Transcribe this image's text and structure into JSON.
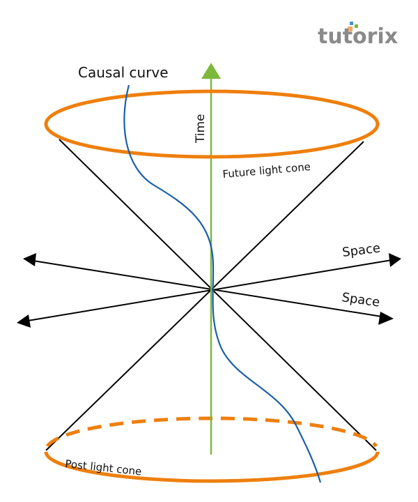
{
  "logo": {
    "text": "tutorix"
  },
  "labels": {
    "causal_curve": "Causal curve",
    "time": "Time",
    "future_light_cone": "Future light cone",
    "space_1": "Space",
    "space_2": "Space",
    "past_light_cone": "Post light cone"
  },
  "colors": {
    "cone_rim": "#EE7F0E",
    "time_axis": "#7DB83A",
    "causal_curve": "#1A5FA8",
    "lines": "#000000",
    "logo": "#8A8A8A"
  }
}
